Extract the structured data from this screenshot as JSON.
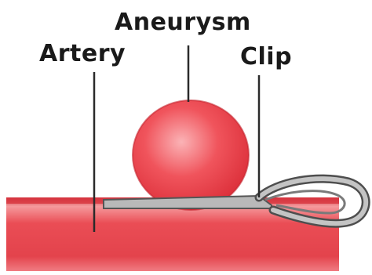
{
  "labels": {
    "aneurysm": "Aneurysm",
    "artery": "Artery",
    "clip": "Clip"
  },
  "colors": {
    "artery_fill": "#e8474f",
    "artery_highlight": "#f6a3a6",
    "aneurysm_fill": "#ee3f49",
    "aneurysm_highlight": "#fbb7b9",
    "clip_fill": "#b9b9b9",
    "clip_outline": "#555555",
    "leader_line": "#2a2a2a"
  }
}
